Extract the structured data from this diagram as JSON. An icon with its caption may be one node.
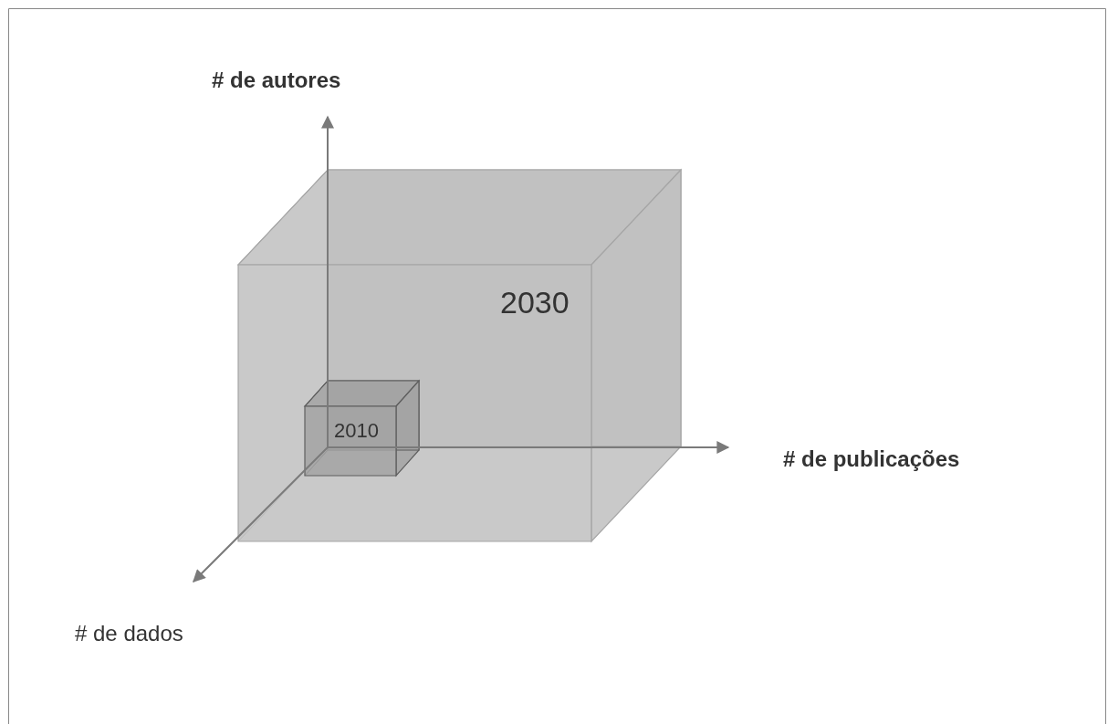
{
  "diagram": {
    "nodes": [
      {
        "text": [
          "2030"
        ]
      },
      {
        "text": [
          "2010"
        ],
        "in": 0
      }
    ],
    "labels": [
      "# de autores",
      "# de publicações",
      "# de dados"
    ]
  }
}
